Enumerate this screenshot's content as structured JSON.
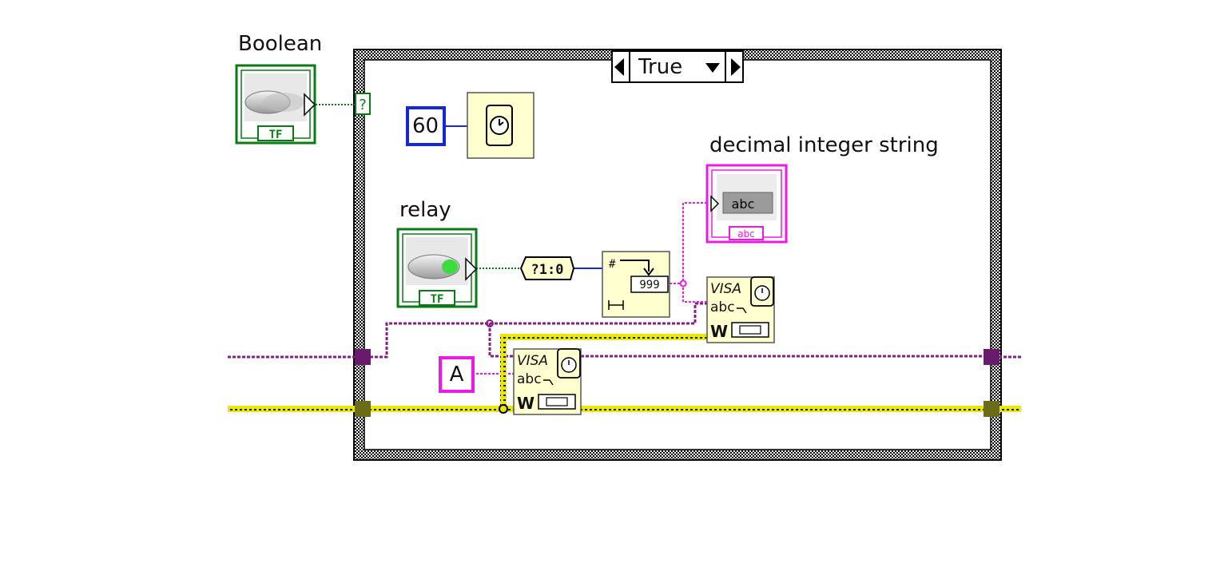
{
  "labels": {
    "boolean": "Boolean",
    "relay": "relay",
    "decimal_string": "decimal integer string"
  },
  "case_structure": {
    "selector_value": "True",
    "selector_terminal": "?"
  },
  "constants": {
    "wait_ms": "60",
    "string_a": "A"
  },
  "nodes": {
    "bool_to_num": "?1:0",
    "format_pad": "999",
    "format_hash": "#",
    "visa_title": "VISA",
    "visa_abc": "abc",
    "visa_w": "W",
    "indicator_text": "abc",
    "indicator_tag": "abc",
    "tf_tag": "TF"
  },
  "colors": {
    "boolean_wire": "#0a7a14",
    "numeric_wire": "#1428d8",
    "string_wire": "#f018e8",
    "visa_ref_wire": "#8a1c8a",
    "error_wire": "#e8e800",
    "node_fill": "#ffffd0"
  }
}
